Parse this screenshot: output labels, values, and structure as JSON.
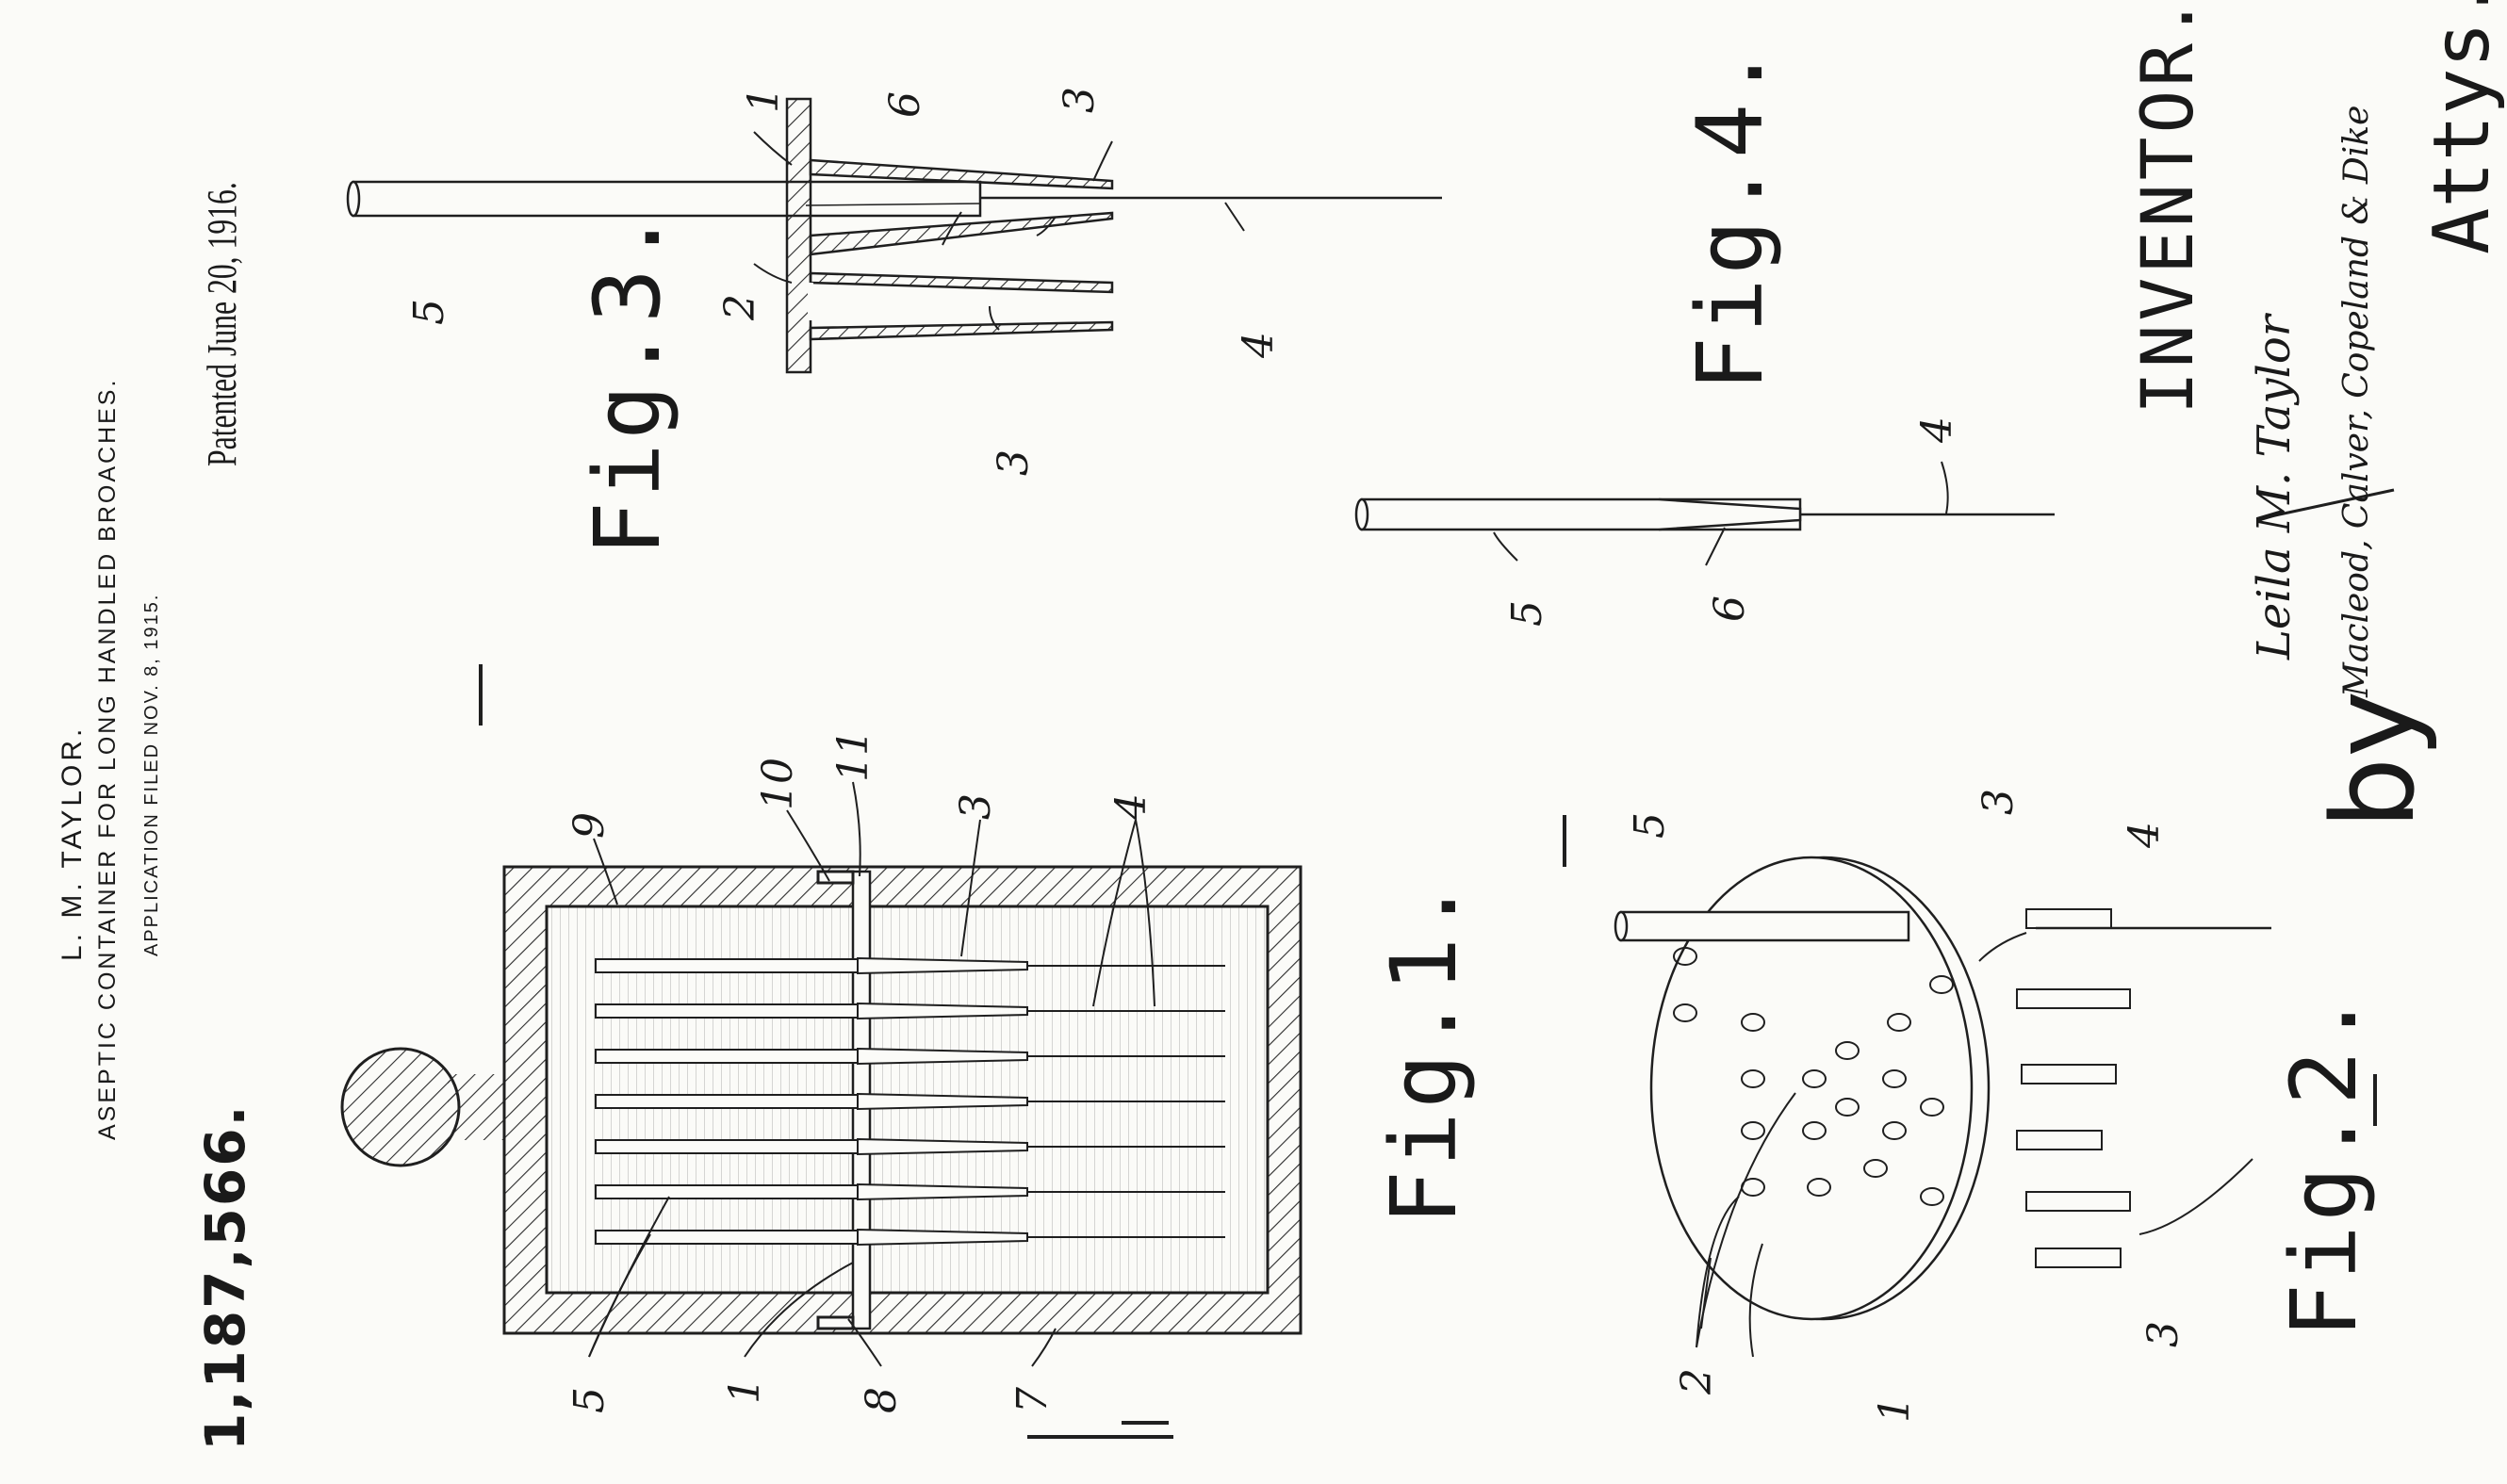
{
  "header": {
    "inventor_name": "L. M. TAYLOR.",
    "title": "ASEPTIC CONTAINER FOR LONG HANDLED BROACHES.",
    "application": "APPLICATION FILED NOV. 8, 1915.",
    "patent_number": "1,187,566.",
    "patented": "Patented June 20, 1916."
  },
  "figures": {
    "fig1": "Fig.1.",
    "fig2": "Fig.2.",
    "fig3": "Fig.3.",
    "fig4": "Fig.4."
  },
  "reference_numerals": {
    "fig1": [
      "9",
      "10",
      "11",
      "3",
      "4",
      "5",
      "1",
      "8",
      "7"
    ],
    "fig2": [
      "5",
      "3",
      "4",
      "2",
      "3",
      "1"
    ],
    "fig3": [
      "1",
      "6",
      "3",
      "5",
      "2",
      "3",
      "4"
    ],
    "fig4": [
      "4",
      "5",
      "6"
    ]
  },
  "signature": {
    "inventor_label": "INVENTOR.",
    "inventor_signature": "Leila M. Taylor",
    "by": "by",
    "attorneys_signature": "Macleod, Calver, Copeland & Dike",
    "attys_label": "Attys."
  }
}
